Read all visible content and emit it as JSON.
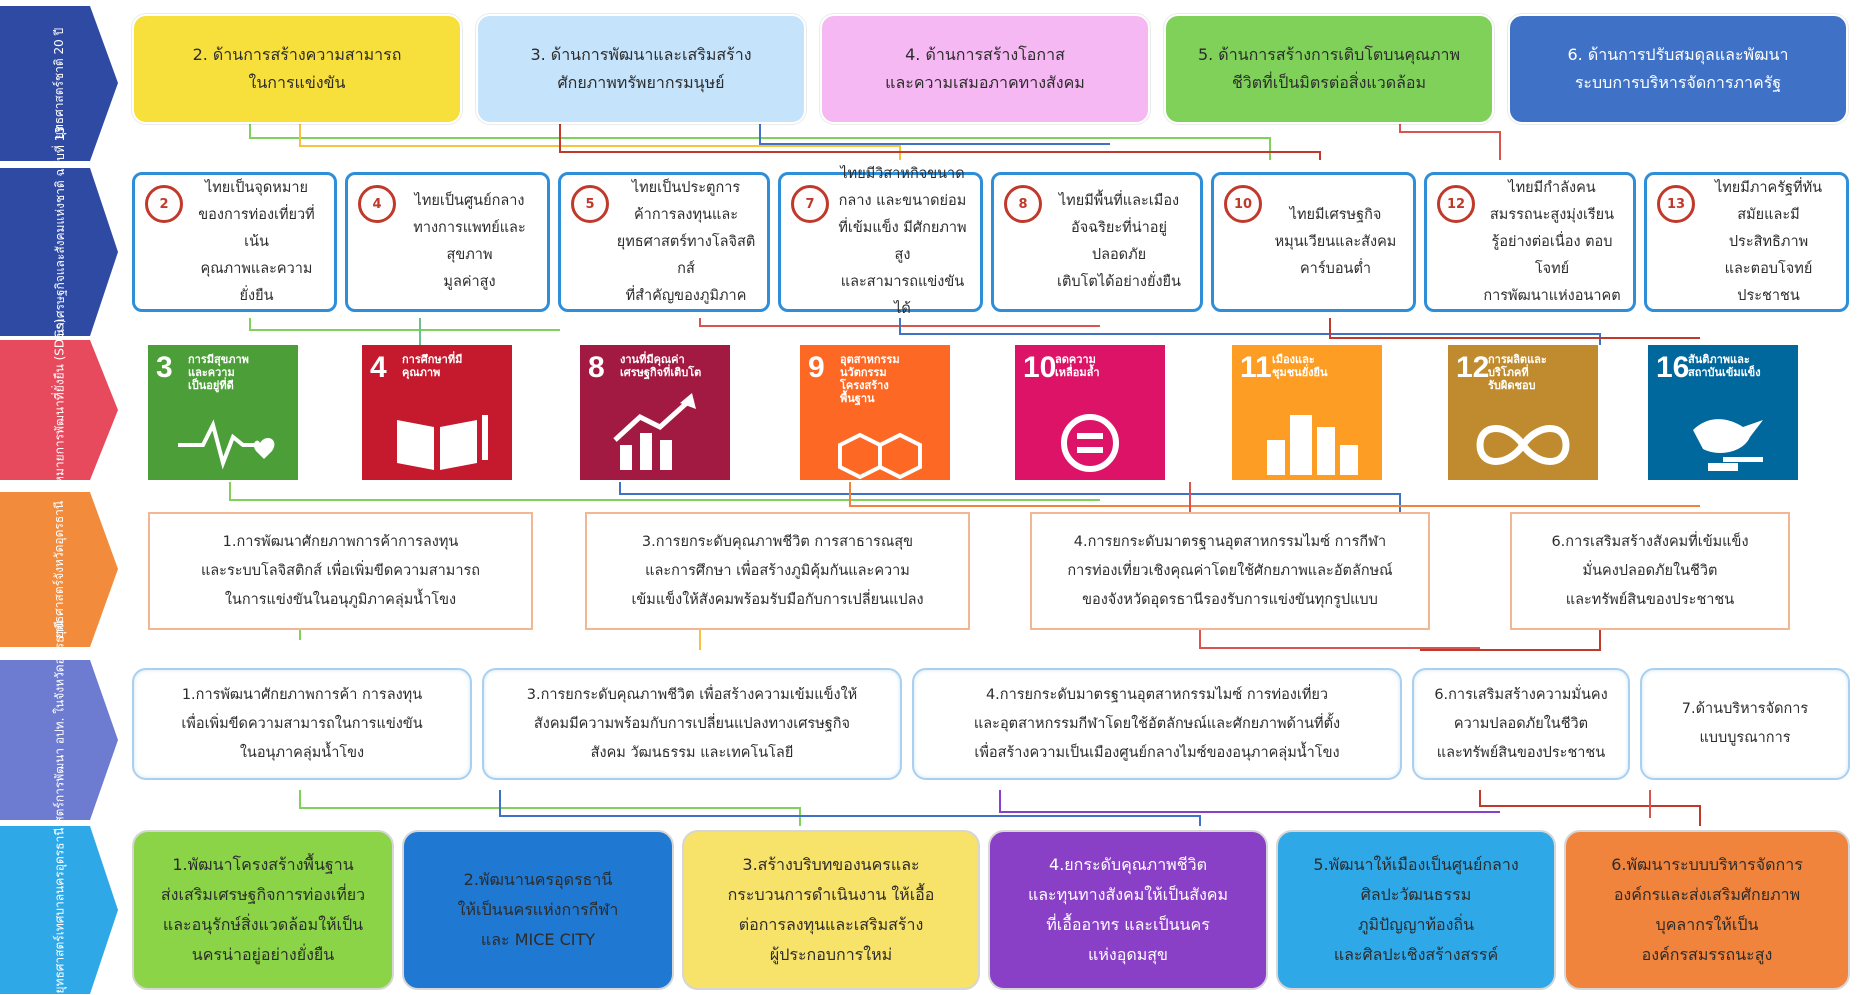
{
  "row_labels": [
    "ยุทธศาสตร์ชาติ 20 ปี",
    "แผนพัฒนาเศรษฐกิจและสังคมแห่งชาติ ฉบับที่ 13",
    "เป้าหมายการพัฒนาที่ยั่งยืน (SDGs)",
    "ยุทธศาสตร์จังหวัดอุดรธานี",
    "ยุทธศาสตร์การพัฒนา อปท. ในจังหวัดอุดรธานี",
    "ยุทธศาสตร์เทศบาลนครอุดรธานี"
  ],
  "national_strategies": [
    {
      "text": "2. ด้านการสร้างความสามารถ\nในการแข่งขัน",
      "color": "#f7e03c"
    },
    {
      "text": "3. ด้านการพัฒนาและเสริมสร้าง\nศักยภาพทรัพยากรมนุษย์",
      "color": "#c5e3fb"
    },
    {
      "text": "4. ด้านการสร้างโอกาส\nและความเสมอภาคทางสังคม",
      "color": "#f5b8f2"
    },
    {
      "text": "5. ด้านการสร้างการเติบโตบนคุณภาพ\nชีวิตที่เป็นมิตรต่อสิ่งแวดล้อม",
      "color": "#7fd15a"
    },
    {
      "text": "6. ด้านการปรับสมดุลและพัฒนา\nระบบการบริหารจัดการภาครัฐ",
      "color": "#3f72c6"
    }
  ],
  "nesdp_milestones": [
    {
      "num": "2",
      "text": "ไทยเป็นจุดหมาย\nของการท่องเที่ยวที่เน้น\nคุณภาพและความยั่งยืน"
    },
    {
      "num": "4",
      "text": "ไทยเป็นศูนย์กลาง\nทางการแพทย์และสุขภาพ\nมูลค่าสูง"
    },
    {
      "num": "5",
      "text": "ไทยเป็นประตูการ\nค้าการลงทุนและ\nยุทธศาสตร์ทางโลจิสติกส์\nที่สำคัญของภูมิภาค"
    },
    {
      "num": "7",
      "text": "ไทยมีวิสาหกิจขนาด\nกลาง และขนาดย่อม\nที่เข้มแข็ง มีศักยภาพสูง\nและสามารถแข่งขันได้"
    },
    {
      "num": "8",
      "text": "ไทยมีพื้นที่และเมือง\nอัจฉริยะที่น่าอยู่ปลอดภัย\nเติบโตได้อย่างยั่งยืน"
    },
    {
      "num": "10",
      "text": "ไทยมีเศรษฐกิจ\nหมุนเวียนและสังคม\nคาร์บอนต่ำ"
    },
    {
      "num": "12",
      "text": "ไทยมีกำลังคน\nสมรรถนะสูงมุ่งเรียน\nรู้อย่างต่อเนื่อง ตอบโจทย์\nการพัฒนาแห่งอนาคต"
    },
    {
      "num": "13",
      "text": "ไทยมีภาครัฐที่ทัน\nสมัยและมีประสิทธิภาพ\nและตอบโจทย์ประชาชน"
    }
  ],
  "sdgs": [
    {
      "num": "3",
      "label": "การมีสุขภาพ\nและความ\nเป็นอยู่ที่ดี",
      "color": "#4c9f38",
      "icon": "heartbeat-icon"
    },
    {
      "num": "4",
      "label": "การศึกษาที่มี\nคุณภาพ",
      "color": "#c5192d",
      "icon": "book-icon"
    },
    {
      "num": "8",
      "label": "งานที่มีคุณค่า\nเศรษฐกิจที่เติบโต",
      "color": "#a21942",
      "icon": "growth-chart-icon"
    },
    {
      "num": "9",
      "label": "อุตสาหกรรม\nนวัตกรรม\nโครงสร้าง\nพื้นฐาน",
      "color": "#fd6925",
      "icon": "cubes-icon"
    },
    {
      "num": "10",
      "label": "ลดความ\nเหลื่อมล้ำ",
      "color": "#dd1367",
      "icon": "equality-icon"
    },
    {
      "num": "11",
      "label": "เมืองและ\nชุมชนยั่งยืน",
      "color": "#fd9d24",
      "icon": "city-icon"
    },
    {
      "num": "12",
      "label": "การผลิตและ\nบริโภคที่\nรับผิดชอบ",
      "color": "#bf8b2e",
      "icon": "infinity-icon"
    },
    {
      "num": "16",
      "label": "สันติภาพและ\nสถาบันเข้มแข็ง",
      "color": "#00689d",
      "icon": "dove-icon"
    }
  ],
  "province_strategies": [
    "1.การพัฒนาศักยภาพการค้าการลงทุน\nและระบบโลจิสติกส์ เพื่อเพิ่มขีดความสามารถ\nในการแข่งขันในอนุภูมิภาคลุ่มน้ำโขง",
    "3.การยกระดับคุณภาพชีวิต การสาธารณสุข\nและการศึกษา เพื่อสร้างภูมิคุ้มกันและความ\nเข้มแข็งให้สังคมพร้อมรับมือกับการเปลี่ยนแปลง",
    "4.การยกระดับมาตรฐานอุตสาหกรรมไมซ์ การกีฬา\nการท่องเที่ยวเชิงคุณค่าโดยใช้ศักยภาพและอัตลักษณ์\nของจังหวัดอุดรธานีรองรับการแข่งขันทุกรูปแบบ",
    "6.การเสริมสร้างสังคมที่เข้มแข็ง\nมั่นคงปลอดภัยในชีวิต\nและทรัพย์สินของประชาชน"
  ],
  "lao_strategies": [
    "1.การพัฒนาศักยภาพการค้า การลงทุน\nเพื่อเพิ่มขีดความสามารถในการแข่งขัน\nในอนุภาคลุ่มน้ำโขง",
    "3.การยกระดับคุณภาพชีวิต เพื่อสร้างความเข้มแข็งให้\nสังคมมีความพร้อมกับการเปลี่ยนแปลงทางเศรษฐกิจ\nสังคม วัฒนธรรม และเทคโนโลยี",
    "4.การยกระดับมาตรฐานอุตสาหกรรมไมซ์ การท่องเที่ยว\nและอุตสาหกรรมกีฬาโดยใช้อัตลักษณ์และศักยภาพด้านที่ตั้ง\nเพื่อสร้างความเป็นเมืองศูนย์กลางไมซ์ของอนุภาคลุ่มน้ำโขง",
    "6.การเสริมสร้างความมั่นคง\nความปลอดภัยในชีวิต\nและทรัพย์สินของประชาชน",
    "7.ด้านบริหารจัดการ\nแบบบูรณาการ"
  ],
  "municipal_strategies": [
    {
      "text": "1.พัฒนาโครงสร้างพื้นฐาน\nส่งเสริมเศรษฐกิจการท่องเที่ยว\nและอนุรักษ์สิ่งแวดล้อมให้เป็น\nนครน่าอยู่อย่างยั่งยืน",
      "color": "#8cd447"
    },
    {
      "text": "2.พัฒนานครอุดรธานี\nให้เป็นนครแห่งการกีฬา\nและ MICE CITY",
      "color": "#1f78d1"
    },
    {
      "text": "3.สร้างบริบทของนครและ\nกระบวนการดำเนินงาน ให้เอื้อ\nต่อการลงทุนและเสริมสร้าง\nผู้ประกอบการใหม่",
      "color": "#f7e26a"
    },
    {
      "text": "4.ยกระดับคุณภาพชีวิต\nและทุนทางสังคมให้เป็นสังคม\nที่เอื้ออาทร และเป็นนคร\nแห่งอุดมสุข",
      "color": "#8a3fc7"
    },
    {
      "text": "5.พัฒนาให้เมืองเป็นศูนย์กลาง\nศิลปะวัฒนธรรม\nภูมิปัญญาท้องถิ่น\nและศิลปะเชิงสร้างสรรค์",
      "color": "#2fa8e8"
    },
    {
      "text": "6.พัฒนาระบบบริหารจัดการ\nองค์กรและส่งเสริมศักยภาพ\nบุคลากรให้เป็น\nองค์กรสมรรถนะสูง",
      "color": "#f0843c"
    }
  ]
}
